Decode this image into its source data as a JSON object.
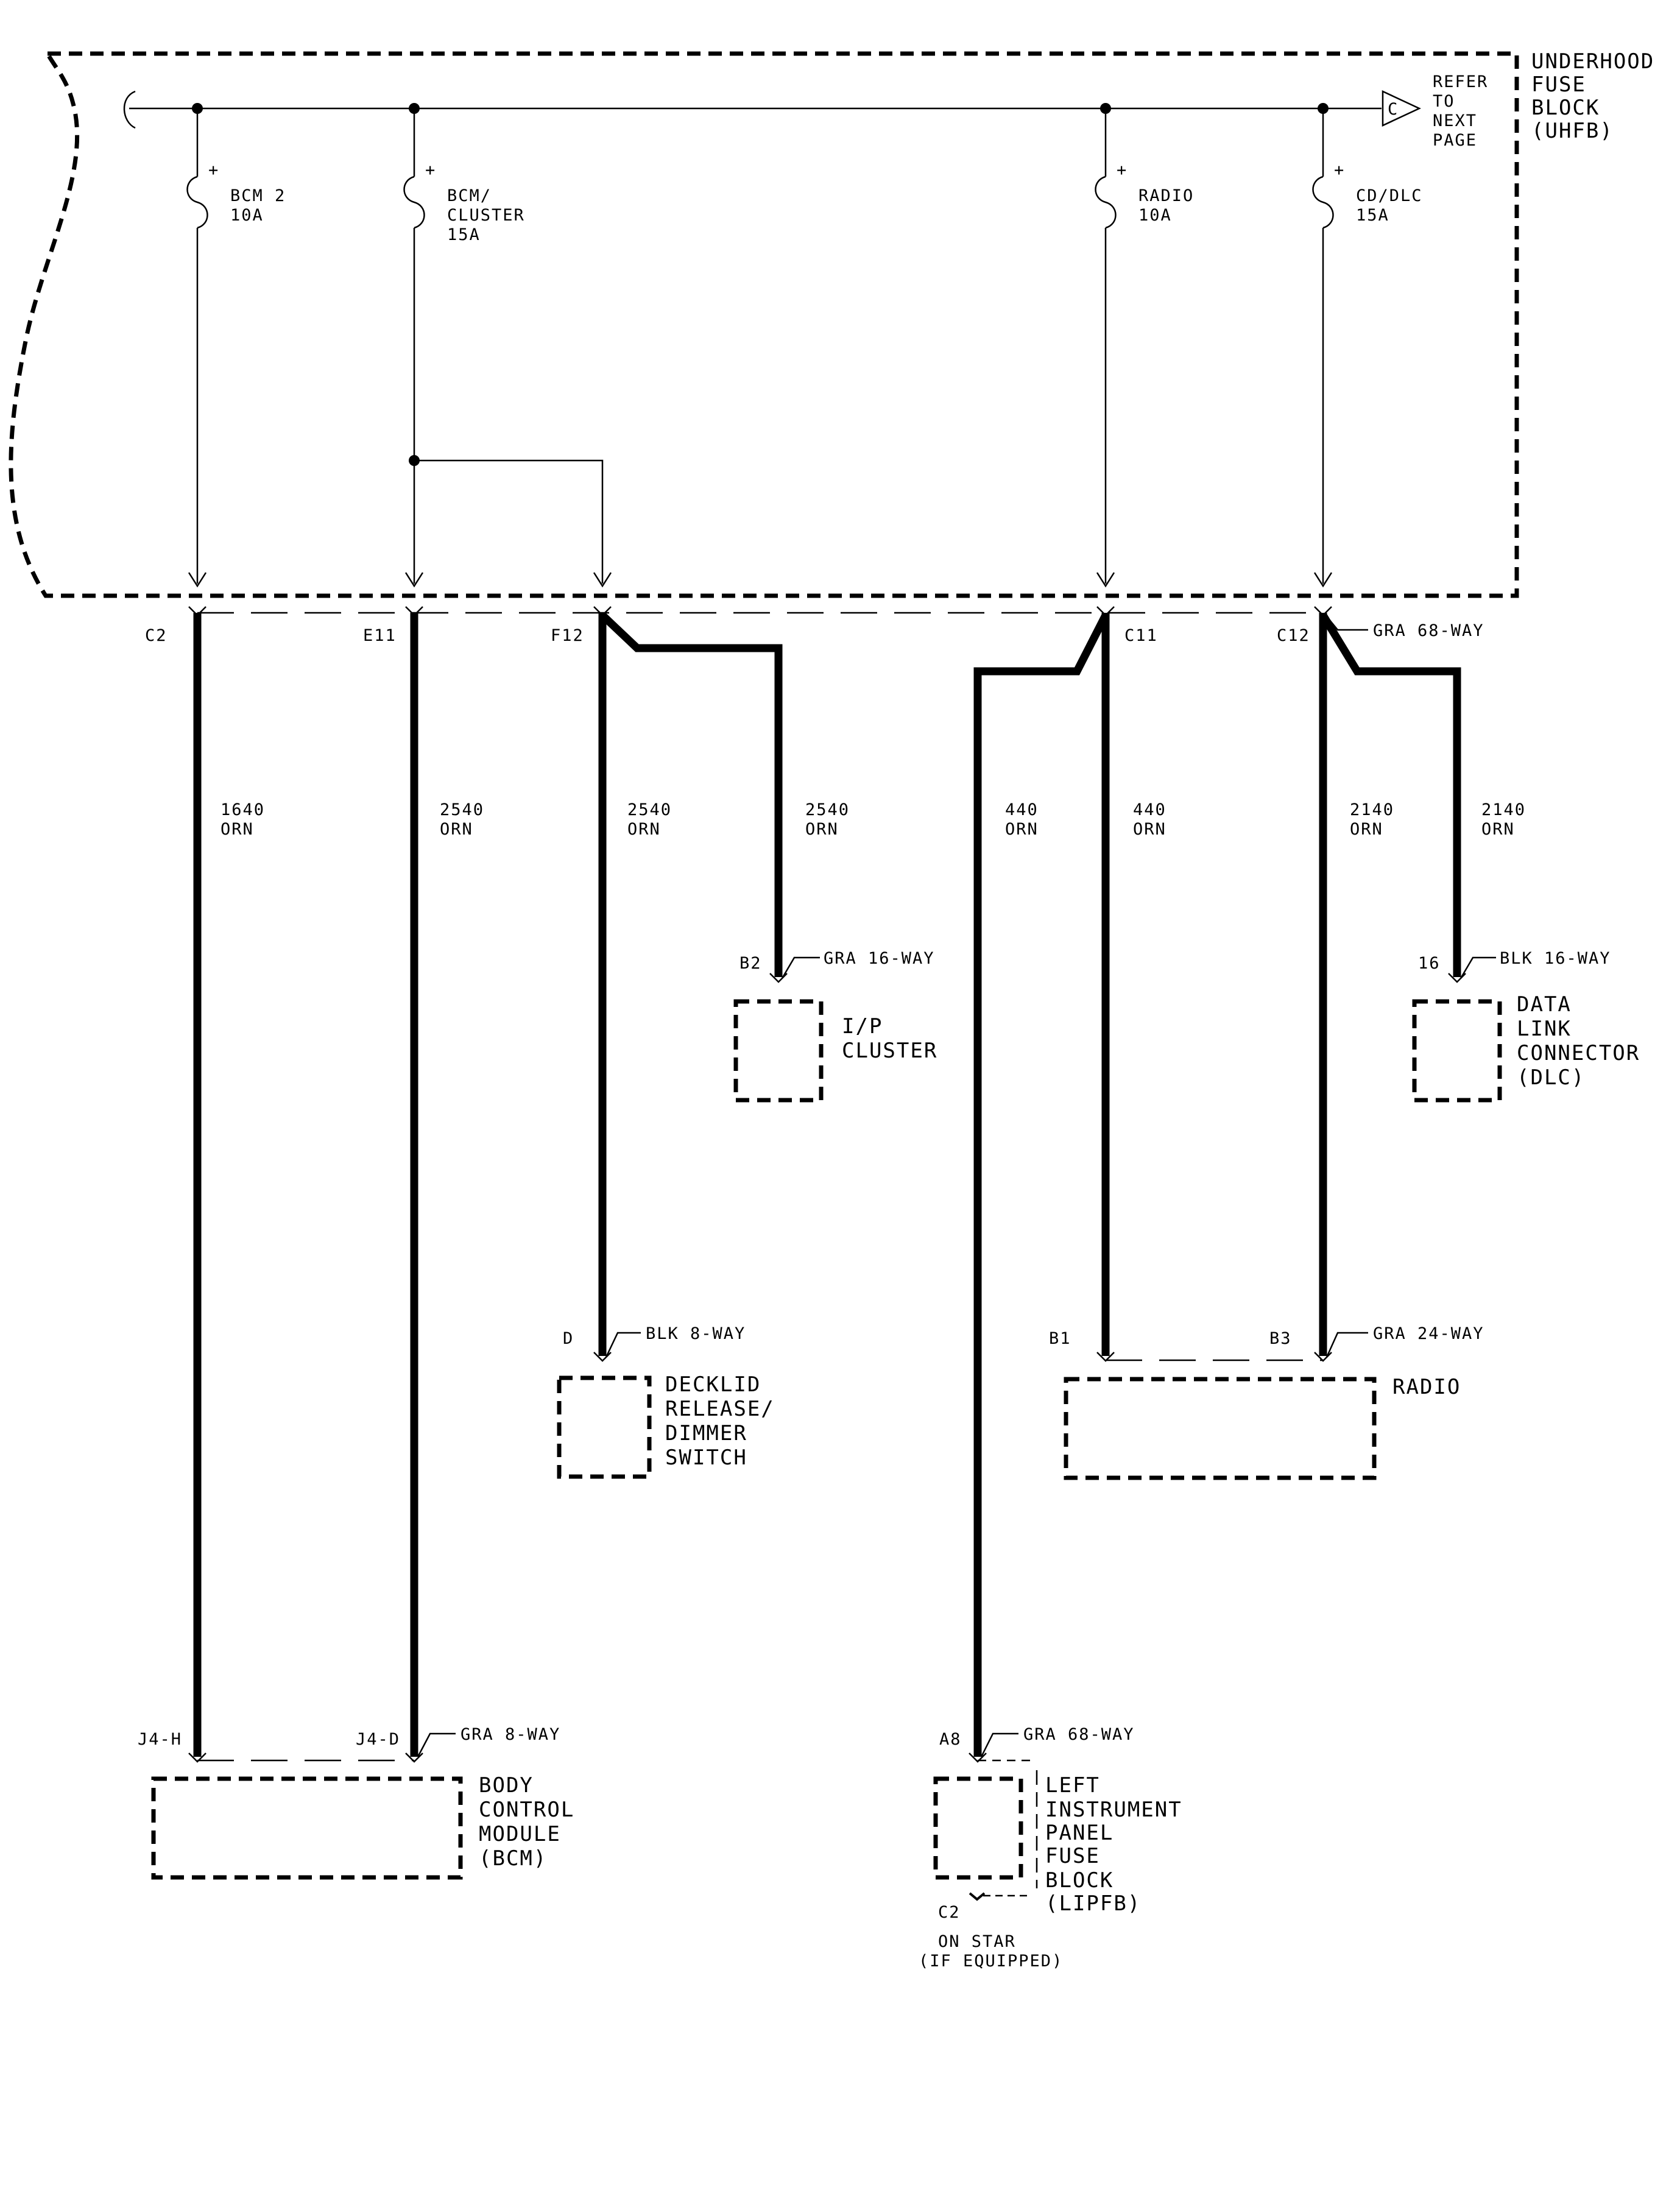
{
  "underhood": {
    "name_lines": [
      "UNDERHOOD",
      "FUSE",
      "BLOCK",
      "(UHFB)"
    ],
    "refer_lines": [
      "REFER",
      "TO",
      "NEXT",
      "PAGE"
    ],
    "refer_symbol": "C"
  },
  "fuses": [
    {
      "lines": [
        "BCM 2",
        "10A"
      ]
    },
    {
      "lines": [
        "BCM/",
        "CLUSTER",
        "15A"
      ]
    },
    {
      "lines": [
        "RADIO",
        "10A"
      ]
    },
    {
      "lines": [
        "CD/DLC",
        "15A"
      ]
    }
  ],
  "fuse_plus": "+",
  "terminals": [
    "C2",
    "E11",
    "F12",
    "C11",
    "C12"
  ],
  "uhfb_connector": "GRA 68-WAY",
  "wires": [
    {
      "circuit": "1640",
      "color": "ORN"
    },
    {
      "circuit": "2540",
      "color": "ORN"
    },
    {
      "circuit": "2540",
      "color": "ORN"
    },
    {
      "circuit": "2540",
      "color": "ORN"
    },
    {
      "circuit": "440",
      "color": "ORN"
    },
    {
      "circuit": "440",
      "color": "ORN"
    },
    {
      "circuit": "2140",
      "color": "ORN"
    },
    {
      "circuit": "2140",
      "color": "ORN"
    }
  ],
  "ip_cluster": {
    "pin": "B2",
    "connector": "GRA 16-WAY",
    "lines": [
      "I/P",
      "CLUSTER"
    ]
  },
  "dlc": {
    "pin": "16",
    "connector": "BLK 16-WAY",
    "lines": [
      "DATA",
      "LINK",
      "CONNECTOR",
      "(DLC)"
    ]
  },
  "decklid": {
    "pin": "D",
    "connector": "BLK 8-WAY",
    "lines": [
      "DECKLID",
      "RELEASE/",
      "DIMMER",
      "SWITCH"
    ]
  },
  "radio": {
    "pins": [
      "B1",
      "B3"
    ],
    "connector": "GRA 24-WAY",
    "label": "RADIO"
  },
  "bcm": {
    "pins": [
      "J4-H",
      "J4-D"
    ],
    "connector": "GRA 8-WAY",
    "lines": [
      "BODY",
      "CONTROL",
      "MODULE",
      "(BCM)"
    ]
  },
  "lipfb": {
    "pin": "A8",
    "connector": "GRA 68-WAY",
    "lines": [
      "LEFT",
      "INSTRUMENT",
      "PANEL",
      "FUSE",
      "BLOCK",
      "(LIPFB)"
    ],
    "out_pin": "C2",
    "note_lines": [
      "ON STAR",
      "(IF EQUIPPED)"
    ]
  }
}
